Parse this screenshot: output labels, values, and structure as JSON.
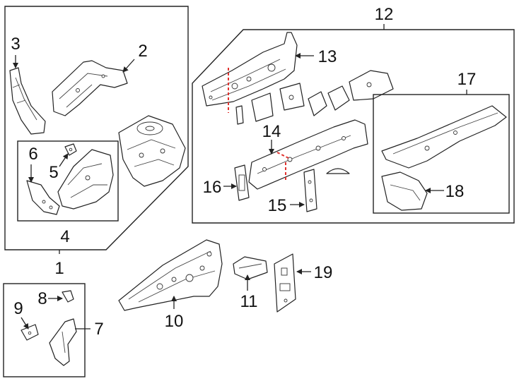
{
  "callouts": {
    "c1": "1",
    "c2": "2",
    "c3": "3",
    "c4": "4",
    "c5": "5",
    "c6": "6",
    "c7": "7",
    "c8": "8",
    "c9": "9",
    "c10": "10",
    "c11": "11",
    "c12": "12",
    "c13": "13",
    "c14": "14",
    "c15": "15",
    "c16": "16",
    "c17": "17",
    "c18": "18",
    "c19": "19"
  },
  "colors": {
    "line": "#222222",
    "background": "#ffffff",
    "cut_line": "#e0332f"
  }
}
